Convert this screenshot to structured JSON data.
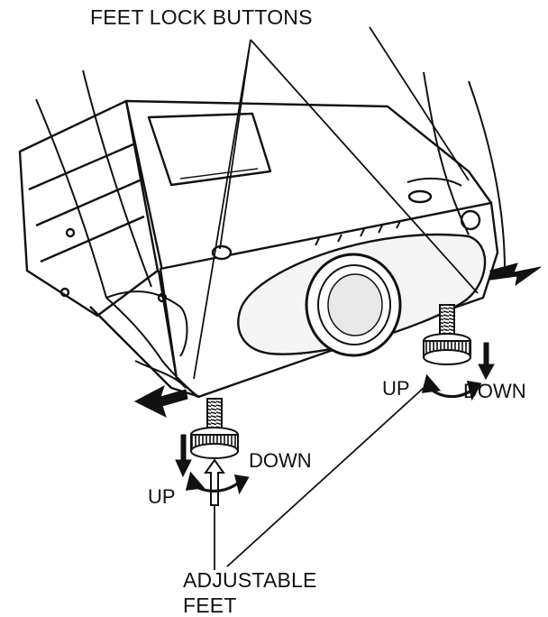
{
  "labels": {
    "feet_lock_buttons": "FEET LOCK BUTTONS",
    "up_right": "UP",
    "down_right": "DOWN",
    "down_left": "DOWN",
    "up_left": "UP",
    "adjustable": "ADJUSTABLE",
    "feet": "FEET"
  },
  "colors": {
    "ink": "#111111",
    "paper": "#ffffff",
    "shade": "#dcdcdc"
  }
}
